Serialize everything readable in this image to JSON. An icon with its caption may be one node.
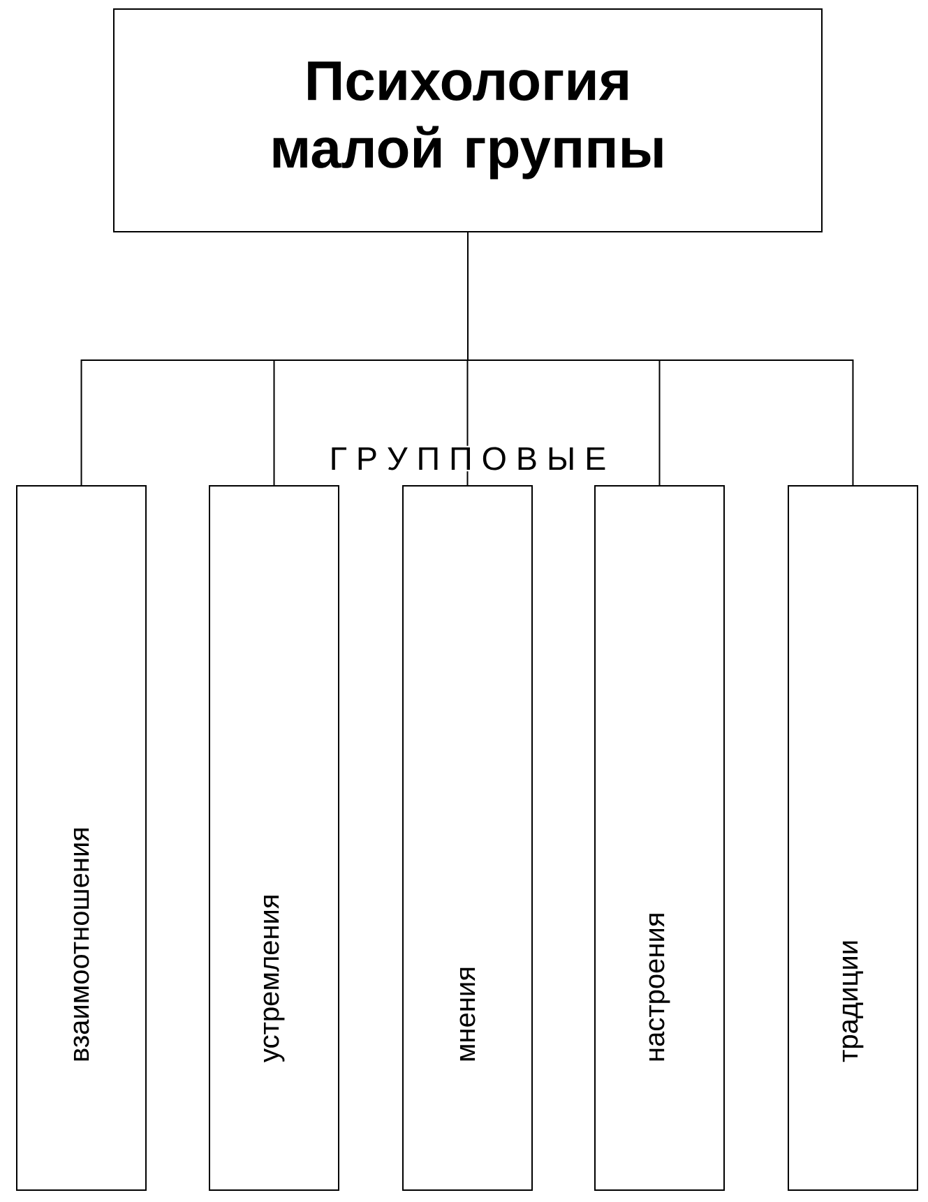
{
  "diagram": {
    "nodes": [
      {
        "text": [
          "Психология малой группы"
        ]
      },
      {
        "text": [
          "взаимоотношения"
        ]
      },
      {
        "text": [
          "устремления"
        ]
      },
      {
        "text": [
          "мнения"
        ]
      },
      {
        "text": [
          "настроения"
        ]
      },
      {
        "text": [
          "традиции"
        ]
      }
    ],
    "edges": [
      {
        "from": 0,
        "to": 1,
        "arrow": "none"
      },
      {
        "from": 0,
        "to": 2,
        "arrow": "none"
      },
      {
        "from": 0,
        "to": 3,
        "arrow": "none"
      },
      {
        "from": 0,
        "to": 4,
        "arrow": "none"
      },
      {
        "from": 0,
        "to": 5,
        "arrow": "none"
      }
    ],
    "labels": [
      "Г Р У П П О В Ы Е"
    ]
  }
}
